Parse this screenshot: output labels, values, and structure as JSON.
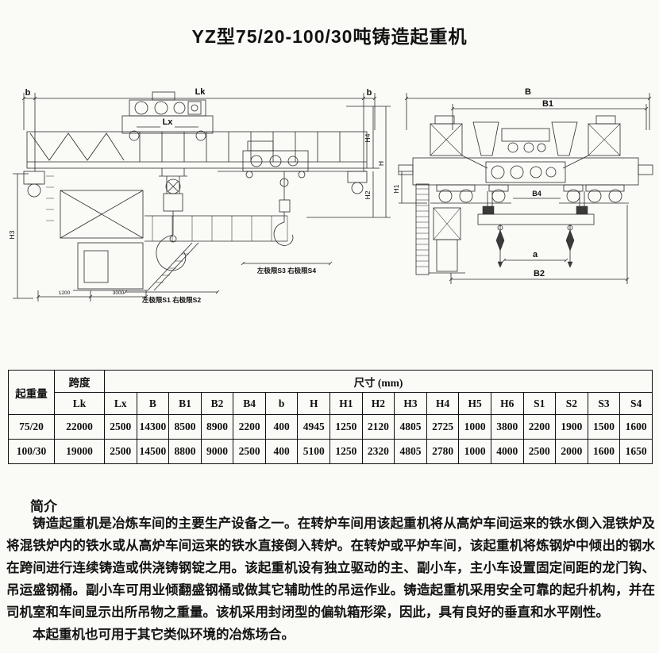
{
  "title": "YZ型75/20-100/30吨铸造起重机",
  "drawings": {
    "side_view": {
      "labels": {
        "lk": "Lk",
        "b_left": "b",
        "b_right": "b",
        "lx": "Lx",
        "h4": "H4",
        "h": "H",
        "h2": "H2",
        "h3": "H3",
        "main_hook_limits": "左极限S1 右极限S2",
        "aux_hook_limits": "左极限S3 右极限S4",
        "base_dim_1": "1200",
        "base_dim_2": "3000"
      }
    },
    "end_view": {
      "labels": {
        "b": "B",
        "b1": "B1",
        "b2": "B2",
        "b4": "B4",
        "a": "a",
        "h1": "H1"
      }
    }
  },
  "table": {
    "capacity_header": "起重量",
    "span_header": "跨度",
    "size_header": "尺寸  (mm)",
    "span_col": "Lk",
    "dim_columns": [
      "Lx",
      "B",
      "B1",
      "B2",
      "B4",
      "b",
      "H",
      "H1",
      "H2",
      "H3",
      "H4",
      "H5",
      "H6",
      "S1",
      "S2",
      "S3",
      "S4"
    ],
    "rows": [
      {
        "capacity": "75/20",
        "values": [
          "22000",
          "2500",
          "14300",
          "8500",
          "8900",
          "2200",
          "400",
          "4945",
          "1250",
          "2120",
          "4805",
          "2725",
          "1000",
          "3800",
          "2200",
          "1900",
          "1500",
          "1600"
        ]
      },
      {
        "capacity": "100/30",
        "values": [
          "19000",
          "2500",
          "14500",
          "8800",
          "9000",
          "2500",
          "400",
          "5100",
          "1250",
          "2320",
          "4805",
          "2780",
          "1000",
          "4000",
          "2500",
          "2000",
          "1600",
          "1650"
        ]
      }
    ]
  },
  "intro": {
    "heading": "简介",
    "paragraphs": [
      "铸造起重机是冶炼车间的主要生产设备之一。在转炉车间用该起重机将从高炉车间运来的铁水倒入混铁炉及将混铁炉内的铁水或从高炉车间运来的铁水直接倒入转炉。在转炉或平炉车间，该起重机将炼钢炉中倾出的钢水在跨间进行连续铸造或供浇铸钢锭之用。该起重机设有独立驱动的主、副小车，主小车设置固定间距的龙门钩、吊运盛钢桶。副小车可用业倾翻盛钢桶或做其它辅助性的吊运作业。铸造起重机采用安全可靠的起升机构，并在司机室和车间显示出所吊物之重量。该机采用封闭型的偏轨箱形梁，因此，具有良好的垂直和水平刚性。",
      "本起重机也可用于其它类似环境的冶炼场合。"
    ]
  }
}
